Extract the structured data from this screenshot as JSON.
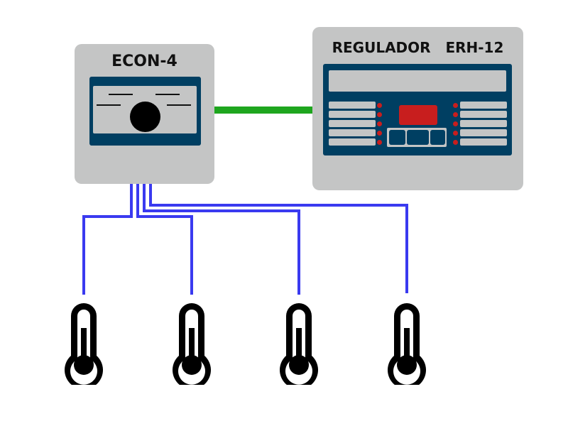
{
  "diagram": {
    "devices": {
      "econ": {
        "label": "ECON-4",
        "type": "controller"
      },
      "regulador": {
        "label": "REGULADOR   ERH-12",
        "type": "regulator"
      }
    },
    "connections": [
      {
        "from": "econ",
        "to": "regulador",
        "kind": "bus",
        "color": "#1ea61e"
      },
      {
        "from": "econ",
        "to": "sensor-1",
        "kind": "sensor-wire",
        "color": "#3a3af0"
      },
      {
        "from": "econ",
        "to": "sensor-2",
        "kind": "sensor-wire",
        "color": "#3a3af0"
      },
      {
        "from": "econ",
        "to": "sensor-3",
        "kind": "sensor-wire",
        "color": "#3a3af0"
      },
      {
        "from": "econ",
        "to": "sensor-4",
        "kind": "sensor-wire",
        "color": "#3a3af0"
      }
    ],
    "sensors": [
      {
        "id": "sensor-1",
        "icon": "thermometer-icon"
      },
      {
        "id": "sensor-2",
        "icon": "thermometer-icon"
      },
      {
        "id": "sensor-3",
        "icon": "thermometer-icon"
      },
      {
        "id": "sensor-4",
        "icon": "thermometer-icon"
      }
    ],
    "colors": {
      "device_body": "#c4c5c5",
      "panel": "#003f62",
      "led": "#c81e1e",
      "bus_wire": "#1ea61e",
      "sensor_wire": "#3a3af0"
    }
  }
}
